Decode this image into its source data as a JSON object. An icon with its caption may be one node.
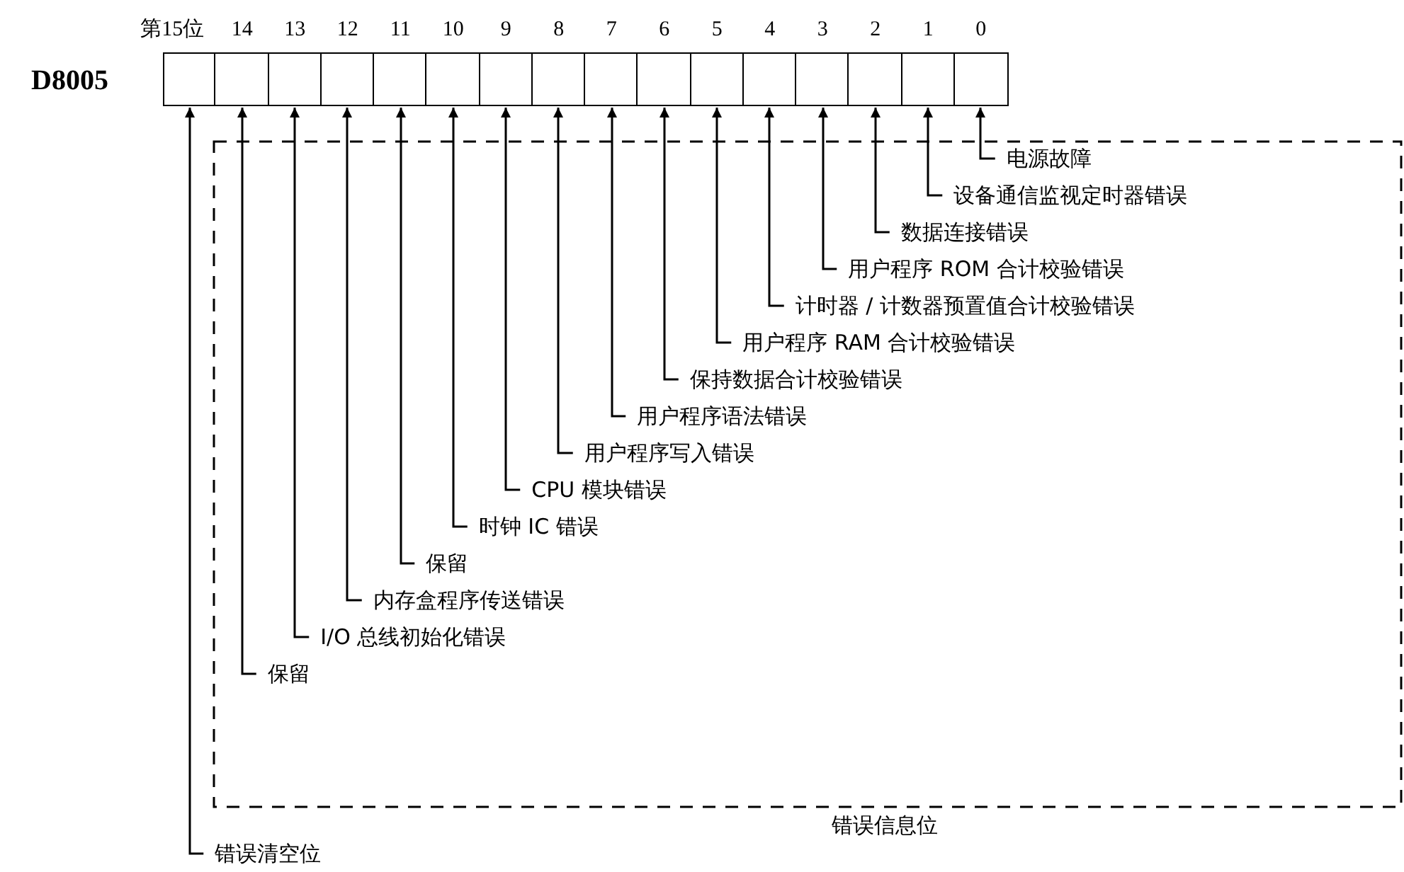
{
  "diagram": {
    "nodes": [
      {
        "text": [],
        "shape": "box"
      },
      {
        "text": [],
        "shape": "box"
      },
      {
        "text": [],
        "shape": "box"
      },
      {
        "text": [],
        "shape": "box"
      },
      {
        "text": [],
        "shape": "box"
      },
      {
        "text": [],
        "shape": "box"
      },
      {
        "text": [],
        "shape": "box"
      },
      {
        "text": [],
        "shape": "box"
      },
      {
        "text": [],
        "shape": "box"
      },
      {
        "text": [],
        "shape": "box"
      },
      {
        "text": [],
        "shape": "box"
      },
      {
        "text": [],
        "shape": "box"
      },
      {
        "text": [],
        "shape": "box"
      },
      {
        "text": [],
        "shape": "box"
      },
      {
        "text": [],
        "shape": "box"
      },
      {
        "text": [],
        "shape": "box"
      },
      {
        "text": [
          "错误信息位"
        ]
      },
      {
        "text": [
          "电源故障"
        ],
        "in": 16
      },
      {
        "text": [
          "设备通信监视定时器错误"
        ],
        "in": 16
      },
      {
        "text": [
          "数据连接错误"
        ],
        "in": 16
      },
      {
        "text": [
          "用户程序 ROM 合计校验错误"
        ],
        "in": 16
      },
      {
        "text": [
          "计时器 / 计数器预置值合计校验错误"
        ],
        "in": 16
      },
      {
        "text": [
          "用户程序 RAM 合计校验错误"
        ],
        "in": 16
      },
      {
        "text": [
          "保持数据合计校验错误"
        ],
        "in": 16
      },
      {
        "text": [
          "用户程序语法错误"
        ],
        "in": 16
      },
      {
        "text": [
          "用户程序写入错误"
        ],
        "in": 16
      },
      {
        "text": [
          "CPU 模块错误"
        ],
        "in": 16
      },
      {
        "text": [
          "时钟 IC 错误"
        ],
        "in": 16
      },
      {
        "text": [
          "保留"
        ],
        "in": 16
      },
      {
        "text": [
          "内存盒程序传送错误"
        ],
        "in": 16
      },
      {
        "text": [
          "I/O 总线初始化错误"
        ],
        "in": 16
      },
      {
        "text": [
          "保留"
        ],
        "in": 16
      },
      {
        "text": [
          "错误清空位"
        ]
      }
    ],
    "edges": [
      {
        "from": 17,
        "to": 15,
        "arrow": "to"
      },
      {
        "from": 18,
        "to": 14,
        "arrow": "to"
      },
      {
        "from": 19,
        "to": 13,
        "arrow": "to"
      },
      {
        "from": 20,
        "to": 12,
        "arrow": "to"
      },
      {
        "from": 21,
        "to": 11,
        "arrow": "to"
      },
      {
        "from": 22,
        "to": 10,
        "arrow": "to"
      },
      {
        "from": 23,
        "to": 9,
        "arrow": "to"
      },
      {
        "from": 24,
        "to": 8,
        "arrow": "to"
      },
      {
        "from": 25,
        "to": 7,
        "arrow": "to"
      },
      {
        "from": 26,
        "to": 6,
        "arrow": "to"
      },
      {
        "from": 27,
        "to": 5,
        "arrow": "to"
      },
      {
        "from": 28,
        "to": 4,
        "arrow": "to"
      },
      {
        "from": 29,
        "to": 3,
        "arrow": "to"
      },
      {
        "from": 30,
        "to": 2,
        "arrow": "to"
      },
      {
        "from": 31,
        "to": 1,
        "arrow": "to"
      },
      {
        "from": 32,
        "to": 0,
        "arrow": "to"
      }
    ],
    "labels": [
      "第15位",
      "14",
      "13",
      "12",
      "11",
      "10",
      "9",
      "8",
      "7",
      "6",
      "5",
      "4",
      "3",
      "2",
      "1",
      "0",
      "D8005"
    ]
  }
}
